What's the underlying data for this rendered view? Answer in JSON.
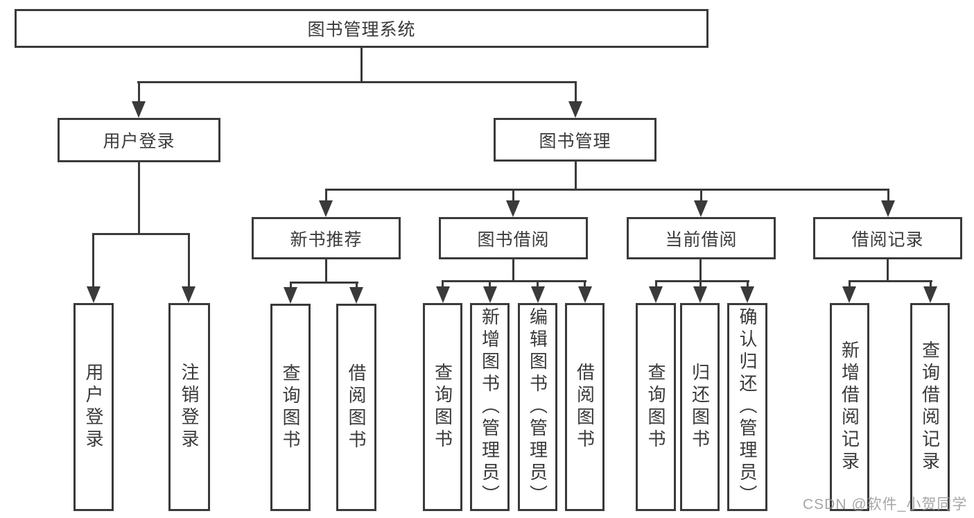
{
  "diagram": {
    "type": "tree-structure-chart",
    "title": "图书管理系统",
    "colors": {
      "line": "#3a3a3a",
      "text": "#3a3a3a",
      "background": "#ffffff",
      "watermark": "#969696"
    },
    "nodes": {
      "root": {
        "label": "图书管理系统"
      },
      "user_login": {
        "label": "用户登录"
      },
      "book_mgmt": {
        "label": "图书管理"
      },
      "new_books": {
        "label": "新书推荐"
      },
      "book_borrow": {
        "label": "图书借阅"
      },
      "current_borrow": {
        "label": "当前借阅"
      },
      "borrow_records": {
        "label": "借阅记录"
      },
      "leaf_user_login": {
        "label": "用户登录"
      },
      "leaf_logout": {
        "label": "注销登录"
      },
      "leaf_nb_query": {
        "label": "查询图书"
      },
      "leaf_nb_borrow": {
        "label": "借阅图书"
      },
      "leaf_bw_query": {
        "label": "查询图书"
      },
      "leaf_bw_add": {
        "label": "新增图书（管理员）"
      },
      "leaf_bw_edit": {
        "label": "编辑图书（管理员）"
      },
      "leaf_bw_borrow": {
        "label": "借阅图书"
      },
      "leaf_cb_query": {
        "label": "查询图书"
      },
      "leaf_cb_return": {
        "label": "归还图书"
      },
      "leaf_cb_confirm": {
        "label": "确认归还（管理员）"
      },
      "leaf_rec_add": {
        "label": "新增借阅记录"
      },
      "leaf_rec_query": {
        "label": "查询借阅记录"
      }
    },
    "watermark": {
      "text": "CSDN @软件_小贺同学"
    }
  }
}
